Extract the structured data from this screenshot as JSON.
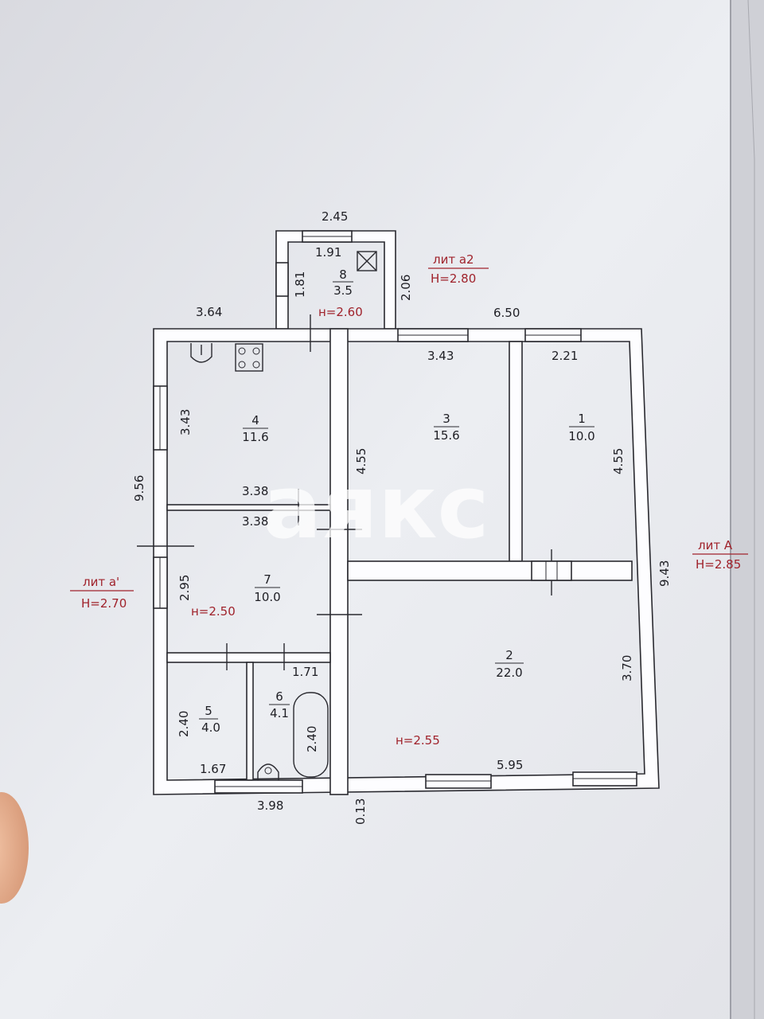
{
  "plan": {
    "watermark": "аякс",
    "rooms": [
      {
        "id": "r8",
        "num": "8",
        "area": "3.5"
      },
      {
        "id": "r4",
        "num": "4",
        "area": "11.6"
      },
      {
        "id": "r3",
        "num": "3",
        "area": "15.6"
      },
      {
        "id": "r1",
        "num": "1",
        "area": "10.0"
      },
      {
        "id": "r7",
        "num": "7",
        "area": "10.0"
      },
      {
        "id": "r2",
        "num": "2",
        "area": "22.0"
      },
      {
        "id": "r5",
        "num": "5",
        "area": "4.0"
      },
      {
        "id": "r6",
        "num": "6",
        "area": "4.1"
      }
    ],
    "dims": {
      "top_porch": "2.45",
      "porch_inner": "1.91",
      "porch_left": "1.81",
      "porch_right": "2.06",
      "left_top": "3.64",
      "right_top": "6.50",
      "r3_width": "3.43",
      "r1_width": "2.21",
      "r4_height": "3.43",
      "mid_height": "4.55",
      "r1_height": "4.55",
      "overall_left": "9.56",
      "overall_right": "9.43",
      "r4_width": "3.38",
      "r7_width": "3.38",
      "r7_height": "2.95",
      "r6_width": "1.71",
      "r5_height": "2.40",
      "r6_height": "2.40",
      "r5_width": "1.67",
      "r2_height": "3.70",
      "r2_width": "5.95",
      "bottom_left": "3.98",
      "bottom_wall": "0.13"
    },
    "heights": {
      "h_porch": "н=2.60",
      "h_r7": "н=2.50",
      "h_r2": "н=2.55"
    },
    "labels": {
      "lit_a2": "лит  а2",
      "lit_a2_h": "Н=2.80",
      "lit_a1": "лит  а'",
      "lit_a1_h": "Н=2.70",
      "lit_A": "лит  А",
      "lit_A_h": "Н=2.85"
    },
    "colors": {
      "paper": "#e4e5ea",
      "ink": "#2a2a30",
      "annotation_red": "#a0232c"
    }
  }
}
